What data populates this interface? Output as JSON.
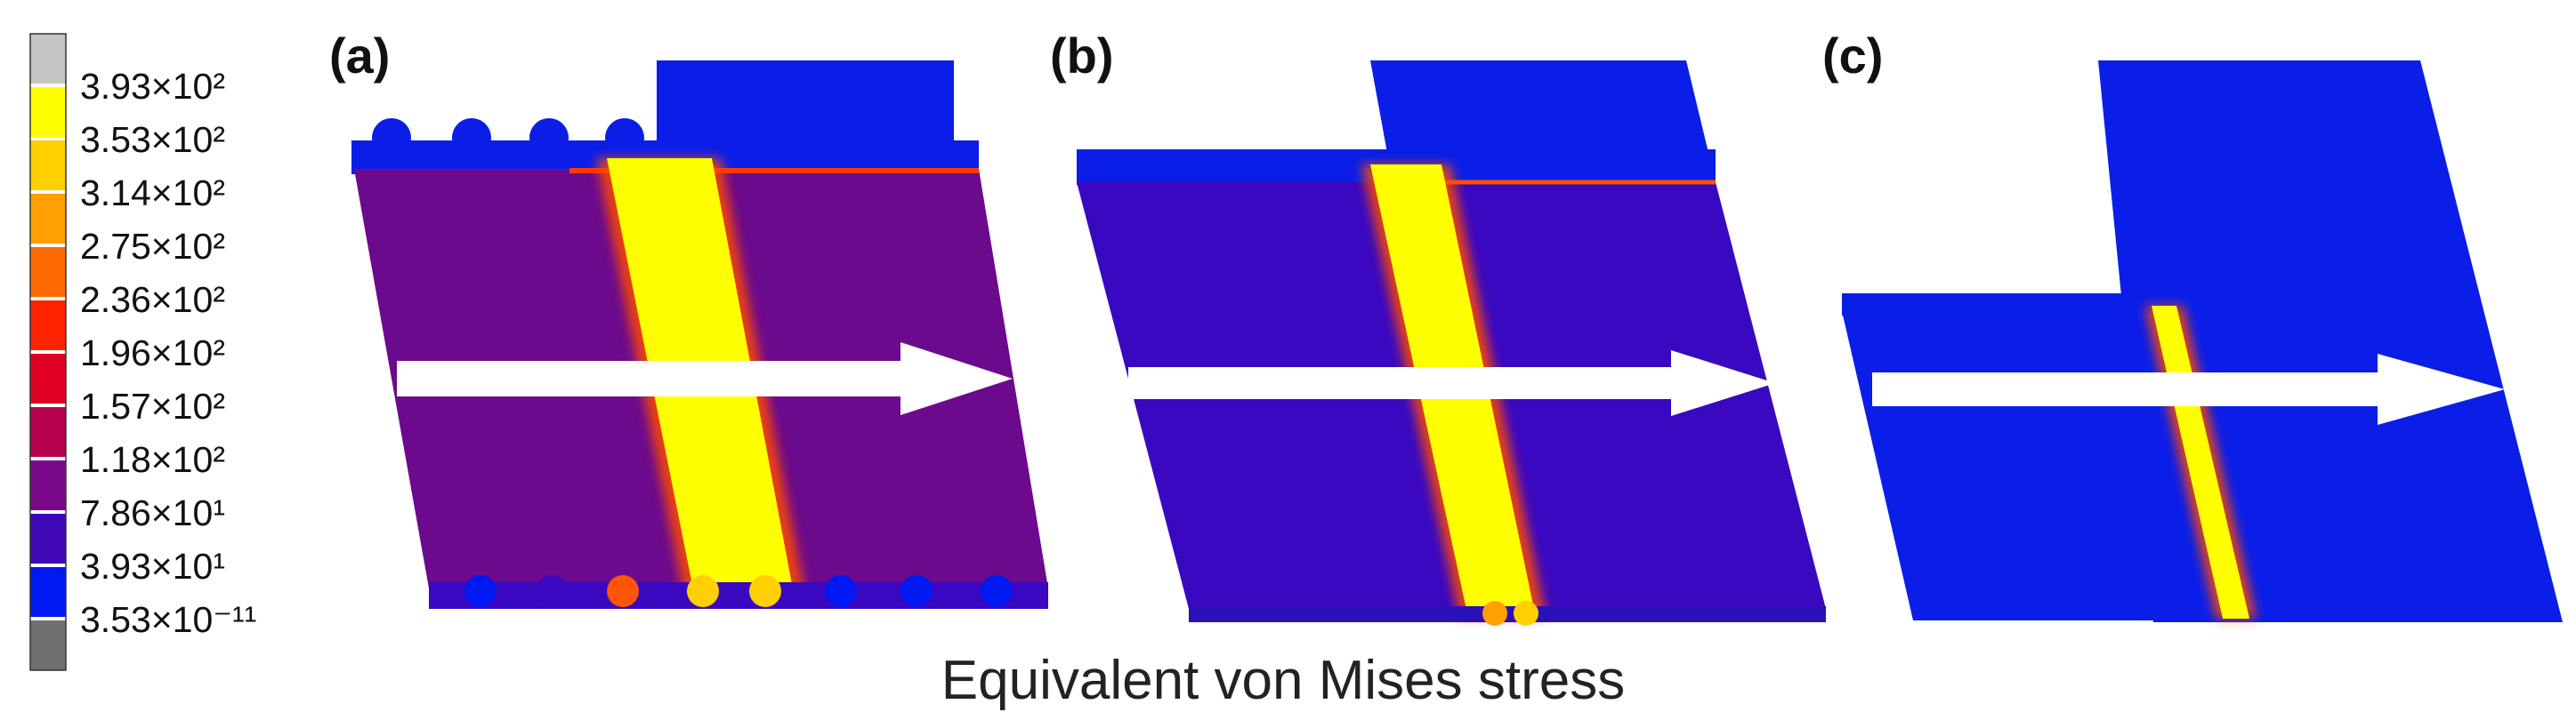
{
  "legend": {
    "colors": [
      "#c4c4c4",
      "#ffff00",
      "#ffd000",
      "#ffa000",
      "#ff6a00",
      "#ff2200",
      "#e00022",
      "#b5004e",
      "#7a0a8a",
      "#3e08b6",
      "#0018f2",
      "#707070"
    ],
    "labels": [
      "3.93×10²",
      "3.53×10²",
      "3.14×10²",
      "2.75×10²",
      "2.36×10²",
      "1.96×10²",
      "1.57×10²",
      "1.18×10²",
      "7.86×10¹",
      "3.93×10¹",
      "3.53×10⁻¹¹"
    ]
  },
  "panels": [
    {
      "label": "(a)",
      "plate_color": "#6b0a8c",
      "top_color": "#0a1ee8",
      "band_color": "#ffff00"
    },
    {
      "label": "(b)",
      "plate_color": "#3a08c0",
      "top_color": "#0a1ee8",
      "band_color": "#ffff00"
    },
    {
      "label": "(c)",
      "plate_color": "#0a1ee8",
      "top_color": "#0a1ee8",
      "band_color": "#ffff00"
    }
  ],
  "arrow_color": "#ffffff",
  "caption": "Equivalent von Mises stress"
}
